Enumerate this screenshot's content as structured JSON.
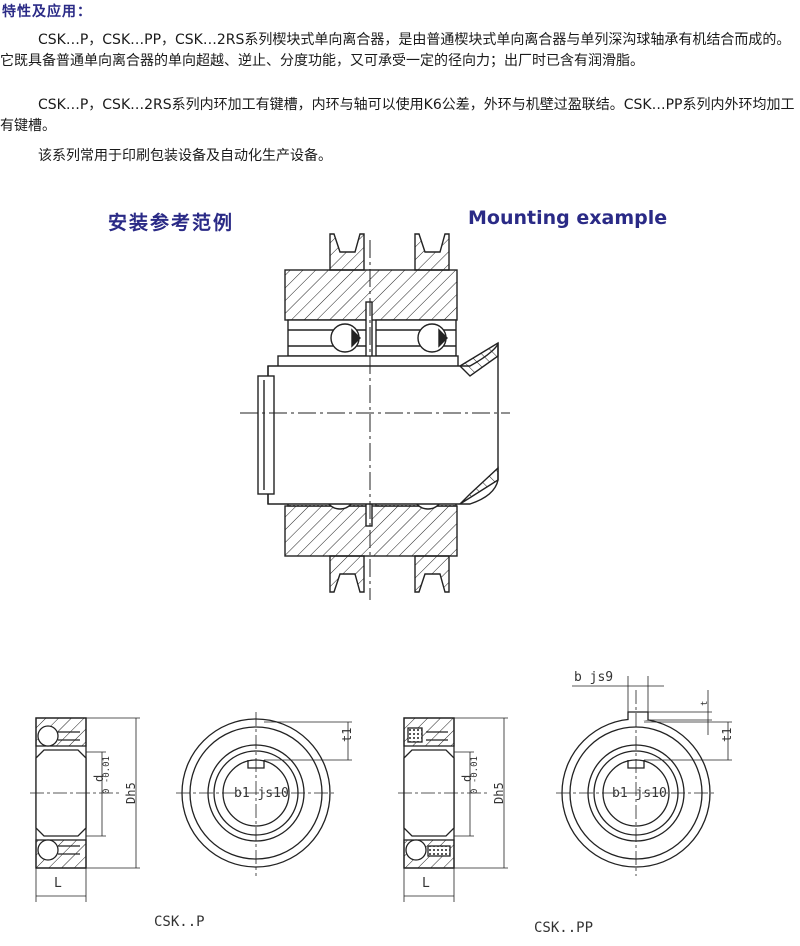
{
  "header": {
    "title": "特性及应用："
  },
  "paragraphs": [
    "CSK…P，CSK…PP，CSK…2RS系列楔块式单向离合器，是由普通楔块式单向离合器与单列深沟球轴承有机结合而成的。它既具备普通单向离合器的单向超越、逆止、分度功能，又可承受一定的径向力；出厂时已含有润滑脂。",
    "CSK…P，CSK…2RS系列内环加工有键槽，内环与轴可以使用K6公差，外环与机壁过盈联结。CSK…PP系列内外环均加工有键槽。",
    "该系列常用于印刷包装设备及自动化生产设备。"
  ],
  "mounting": {
    "label_cn": "安装参考范例",
    "label_en": "Mounting example"
  },
  "drawings": {
    "left": {
      "caption": "CSK..P",
      "dim_d": "d",
      "dim_d_tol": "0 -0.01",
      "dim_D": "Dh5",
      "dim_L": "L",
      "dim_t1": "t1",
      "dim_b1": "b1 js10"
    },
    "right": {
      "caption": "CSK..PP",
      "dim_d": "d",
      "dim_d_tol": "0 -0.01",
      "dim_D": "Dh5",
      "dim_L": "L",
      "dim_t1": "t1",
      "dim_t": "t",
      "dim_b": "b js9",
      "dim_b1": "b1 js10"
    }
  },
  "colors": {
    "heading": "#2a2a86",
    "line": "#222222"
  }
}
